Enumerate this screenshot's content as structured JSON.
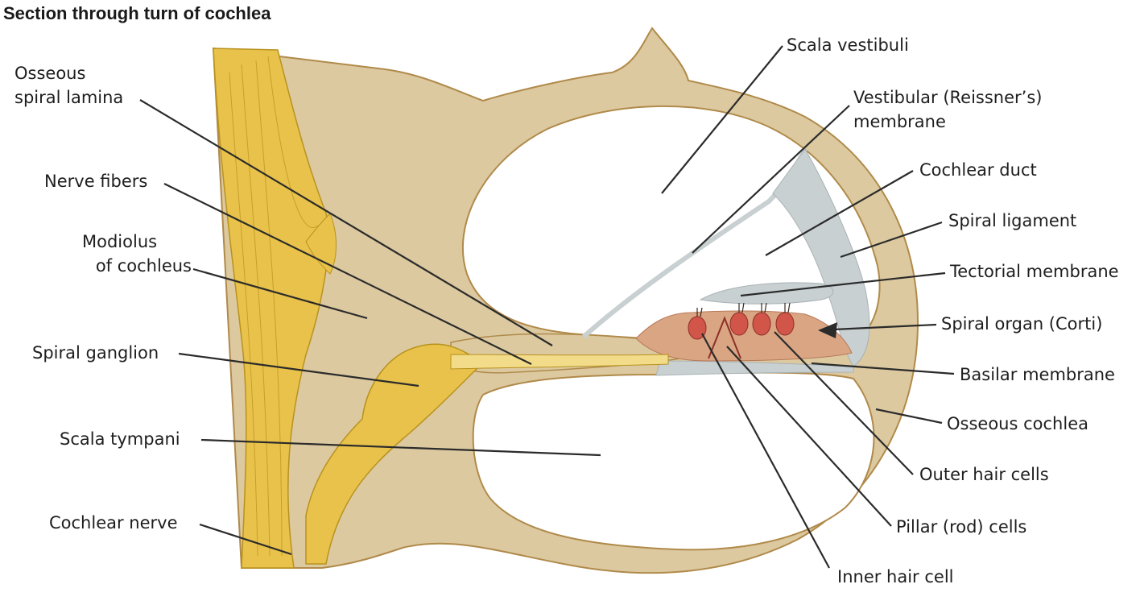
{
  "title": "Section through turn of cochlea",
  "labels": {
    "osseous_spiral_lamina": [
      "Osseous",
      "spiral lamina"
    ],
    "nerve_fibers": "Nerve fibers",
    "modiolus": [
      "Modiolus",
      "of cochleus"
    ],
    "spiral_ganglion": "Spiral ganglion",
    "scala_tympani": "Scala tympani",
    "cochlear_nerve": "Cochlear nerve",
    "scala_vestibuli": "Scala vestibuli",
    "vestibular_membrane": [
      "Vestibular (Reissner’s)",
      "membrane"
    ],
    "cochlear_duct": "Cochlear duct",
    "spiral_ligament": "Spiral ligament",
    "tectorial_membrane": "Tectorial membrane",
    "spiral_organ": "Spiral organ (Corti)",
    "basilar_membrane": "Basilar membrane",
    "osseous_cochlea": "Osseous cochlea",
    "outer_hair_cells": "Outer hair cells",
    "pillar_cells": "Pillar (rod) cells",
    "inner_hair_cell": "Inner hair cell"
  },
  "colors": {
    "bone": "#dcc9a0",
    "bone_edge": "#b08a4a",
    "nerve": "#e8c24a",
    "nerve_light": "#f2dc8a",
    "membrane": "#c9d0d2",
    "organ": "#d9a583",
    "hair_cell": "#d2554a",
    "leader": "#2b2b2b"
  }
}
